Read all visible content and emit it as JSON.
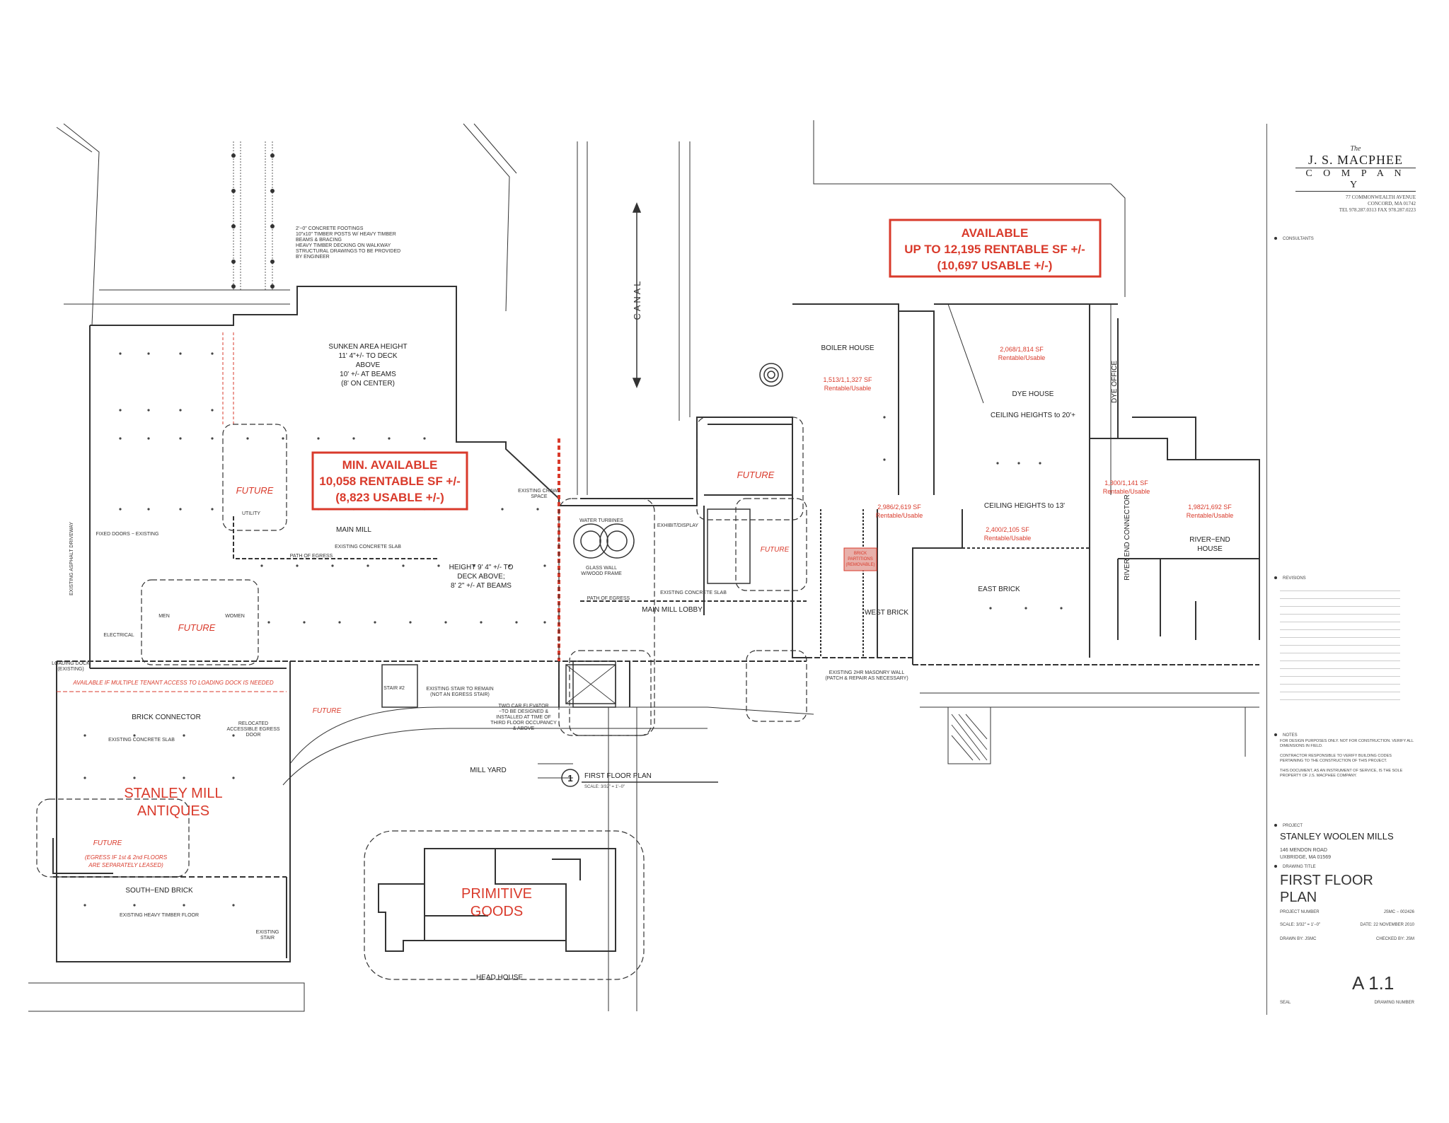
{
  "callouts": {
    "available_main": {
      "line1": "AVAILABLE",
      "line2": "UP TO 12,195 RENTABLE SF +/-",
      "line3": "(10,697 USABLE +/-)"
    },
    "min_available": {
      "line1": "MIN. AVAILABLE",
      "line2": "10,058 RENTABLE SF +/-",
      "line3": "(8,823 USABLE +/-)"
    }
  },
  "tenants": {
    "stanley_mill": {
      "line1": "STANLEY MILL",
      "line2": "ANTIQUES"
    },
    "primitive": {
      "line1": "PRIMITIVE",
      "line2": "GOODS"
    }
  },
  "future_label": "FUTURE",
  "rooms": {
    "boiler_house": "BOILER HOUSE",
    "boiler_sf": "1,513/1,1,327 SF",
    "boiler_ru": "Rentable/Usable",
    "dye_sf": "2,068/1,814 SF",
    "dye_ru": "Rentable/Usable",
    "dye_house": "DYE HOUSE",
    "ceiling_20": "CEILING HEIGHTS to 20'+",
    "ceiling_13": "CEILING HEIGHTS to 13'",
    "east_sf": "2,400/2,105 SF",
    "east_ru": "Rentable/Usable",
    "east_brick": "EAST BRICK",
    "west_sf": "2,986/2,619 SF",
    "west_ru": "Rentable/Usable",
    "west_brick": "WEST BRICK",
    "dye_office": "DYE OFFICE",
    "connector_sf": "1,300/1,141 SF",
    "connector_ru": "Rentable/Usable",
    "river_end_connector": "RIVER END CONNECTOR",
    "river_sf": "1,982/1,692 SF",
    "river_ru": "Rentable/Usable",
    "river_end_1": "RIVER−END",
    "river_end_2": "HOUSE",
    "sunken_1": "SUNKEN AREA HEIGHT",
    "sunken_2": "11' 4\"+/- TO DECK",
    "sunken_3": "ABOVE",
    "sunken_4": "10' +/- AT BEAMS",
    "sunken_5": "(8' ON CENTER)",
    "main_mill": "MAIN MILL",
    "height_1": "HEIGHT 9' 4\" +/- TO",
    "height_2": "DECK ABOVE;",
    "height_3": "8' 2\" +/- AT BEAMS",
    "lobby": "MAIN MILL LOBBY",
    "brick_connector": "BRICK CONNECTOR",
    "south_end": "SOUTH−END BRICK",
    "mill_yard": "MILL YARD",
    "head_house": "HEAD HOUSE",
    "canal": "C A N A L",
    "electrical": "ELECTRICAL",
    "water_turbines": "WATER TURBINES",
    "exhibit": "EXHIBIT/DISPLAY",
    "men": "MEN",
    "women": "WOMEN",
    "utility": "UTILITY",
    "stair": "STAIR #2",
    "brick_partitions_1": "BRICK",
    "brick_partitions_2": "PARTITIONS",
    "brick_partitions_3": "(REMOVABLE)"
  },
  "notes": {
    "loading_dock": "AVAILABLE IF MULTIPLE TENANT ACCESS TO LOADING DOCK IS NEEDED",
    "egress_1": "(EGRESS IF 1st & 2nd FLOORS",
    "egress_2": "ARE SEPARATELY LEASED)",
    "existing_slab": "EXISTING CONCRETE SLAB",
    "path_egress": "PATH OF EGRESS",
    "fixed_doors": "FIXED DOORS − EXISTING",
    "driveway": "EXISTING ASPHALT DRIVEWAY",
    "glass_wall_1": "GLASS WALL",
    "glass_wall_2": "W/WOOD FRAME",
    "two_car_1": "TWO CAR ELEVATOR",
    "two_car_2": "−TO BE DESIGNED &",
    "two_car_3": "INSTALLED AT TIME OF",
    "two_car_4": "THIRD FLOOR OCCUPANCY",
    "two_car_5": "& ABOVE",
    "stair_remain_1": "EXISTING STAIR TO REMAIN",
    "stair_remain_2": "(NOT AN EGRESS STAIR)",
    "masonry_1": "EXISTING 2HR MASONRY WALL",
    "masonry_2": "(PATCH & REPAIR AS NECESSARY)",
    "relocated_1": "RELOCATED",
    "relocated_2": "ACCESSIBLE EGRESS",
    "relocated_3": "DOOR",
    "heavy_timber": "EXISTING HEAVY TIMBER FLOOR",
    "crawl_1": "EXISTING CRAWL",
    "crawl_2": "SPACE",
    "footing_1": "2'−0\" CONCRETE FOOTINGS",
    "footing_2": "10\"x10\" TIMBER POSTS W/ HEAVY TIMBER",
    "footing_3": "BEAMS & BRACING",
    "footing_4": "HEAVY TIMBER DECKING ON WALKWAY",
    "footing_5": "STRUCTURAL DRAWINGS TO BE PROVIDED",
    "footing_6": "BY ENGINEER",
    "loading": "LOADING DOCK",
    "loading_2": "(EXISTING)",
    "existing_stair": "EXISTING",
    "existing_stair_2": "STAIR"
  },
  "plan_title": {
    "number": "1",
    "title": "FIRST FLOOR PLAN",
    "scale": "SCALE: 3/32\" = 1'−0\""
  },
  "title_block": {
    "the": "The",
    "company_1": "J. S. MACPHEE",
    "company_2": "C O M P A N Y",
    "addr_1": "77 COMMONWEALTH AVENUE",
    "addr_2": "CONCORD, MA 01742",
    "addr_3": "TEL 978.287.0313  FAX 978.287.0223",
    "consultants": "CONSULTANTS",
    "revisions": "REVISIONS",
    "notes_label": "NOTES",
    "note_1": "FOR DESIGN PURPOSES ONLY.  NOT FOR CONSTRUCTION.  VERIFY ALL DIMENSIONS IN FIELD.",
    "note_2": "CONTRACTOR RESPONSIBLE TO VERIFY BUILDING CODES PERTAINING TO THE CONSTRUCTION OF THIS PROJECT.",
    "note_3": "THIS DOCUMENT, AS AN INSTRUMENT OF SERVICE, IS THE SOLE PROPERTY OF J.S. MACPHEE COMPANY.",
    "project_label": "PROJECT",
    "project_name": "STANLEY WOOLEN MILLS",
    "project_addr_1": "146 MENDON ROAD",
    "project_addr_2": "UXBRIDGE, MA  01569",
    "drawing_title_label": "DRAWING TITLE",
    "drawing_title_1": "FIRST FLOOR",
    "drawing_title_2": "PLAN",
    "project_number_label": "PROJECT NUMBER",
    "project_number": "JSMC − 002426",
    "scale_label": "SCALE:  3/32\" = 1'−0\"",
    "date_label": "DATE:  22 NOVEMBER 2010",
    "drawn_by": "DRAWN BY: JSMC",
    "checked_by": "CHECKED BY: JSM",
    "seal_label": "SEAL",
    "drawing_number_label": "DRAWING NUMBER",
    "sheet_number": "A 1.1"
  },
  "colors": {
    "accent_red": "#d93a2b",
    "line": "#333333"
  }
}
